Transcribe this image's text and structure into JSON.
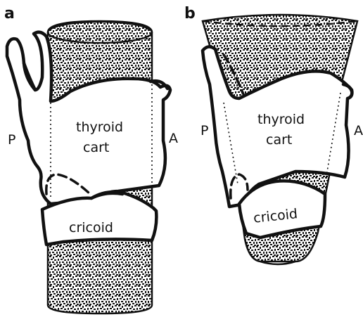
{
  "panels": [
    {
      "letter": "a",
      "labels": {
        "posterior": "P",
        "anterior": "A",
        "thyroid_line1": "thyroid",
        "thyroid_line2": "cart",
        "cricoid": "cricoid"
      }
    },
    {
      "letter": "b",
      "labels": {
        "posterior": "P",
        "anterior": "A",
        "thyroid_line1": "thyroid",
        "thyroid_line2": "cart",
        "cricoid": "cricoid"
      }
    }
  ],
  "colors": {
    "ink": "#111111",
    "background": "#ffffff"
  }
}
